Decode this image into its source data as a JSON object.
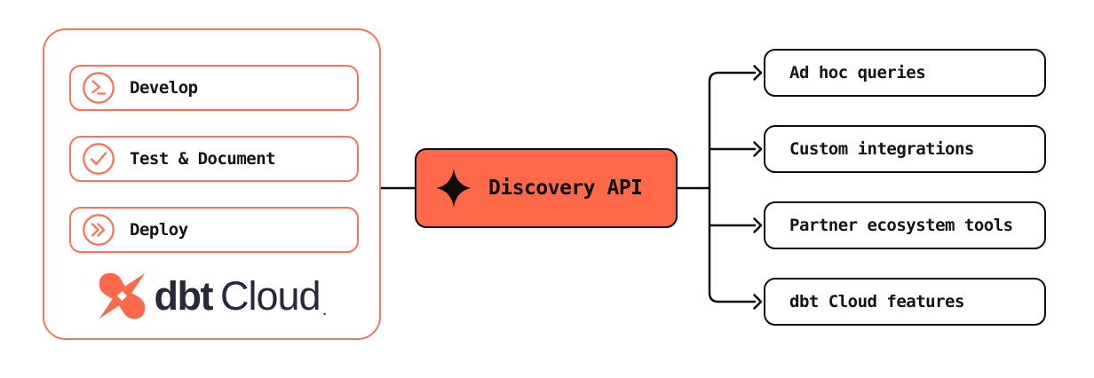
{
  "colors": {
    "orange_fill": "#ff694a",
    "orange_border": "#f8745c",
    "navy": "#262a38",
    "line_black": "#0d0d0d",
    "background": "#ffffff"
  },
  "left_panel": {
    "steps": [
      {
        "label": "Develop",
        "icon": "terminal-prompt-icon"
      },
      {
        "label": "Test & Document",
        "icon": "check-circle-icon"
      },
      {
        "label": "Deploy",
        "icon": "double-chevron-right-icon"
      }
    ],
    "logo": {
      "brand": "dbt",
      "product": "Cloud",
      "trademark": "."
    }
  },
  "api_node": {
    "label": "Discovery API",
    "icon": "sparkle-icon"
  },
  "outputs": [
    {
      "label": "Ad hoc queries"
    },
    {
      "label": "Custom integrations"
    },
    {
      "label": "Partner ecosystem tools"
    },
    {
      "label": "dbt Cloud features"
    }
  ]
}
